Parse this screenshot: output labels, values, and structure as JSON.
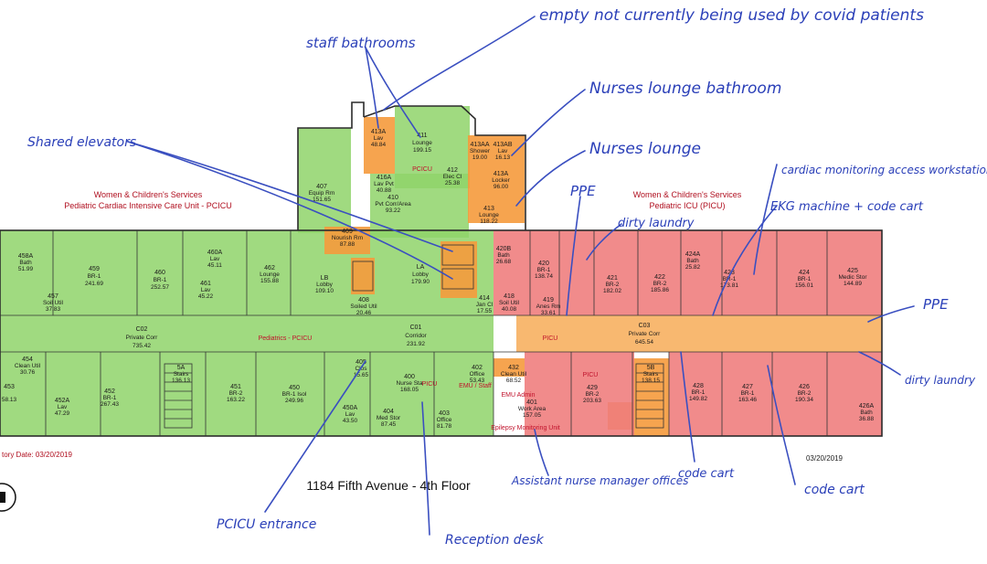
{
  "plan": {
    "title": "1184 Fifth Avenue - 4th Floor",
    "date_right": "03/20/2019",
    "date_left": "tory Date: 03/20/2019"
  },
  "units": {
    "left_title_1": "Women & Children's Services",
    "left_title_2": "Pediatric Cardiac Intensive Care Unit - PCICU",
    "right_title_1": "Women & Children's Services",
    "right_title_2": "Pediatric ICU  (PICU)"
  },
  "zones": {
    "pcicu_corridor": "Pediatrics - PCICU",
    "picu_corridor": "PICU",
    "pcicu_upper": "PCICU",
    "picu_lower": "PICU",
    "picu_lower_2": "PICU",
    "emu": "EMU / Staff",
    "epilepsy": "Epilepsy Monitoring Unit",
    "emu_admin": "EMU Admin"
  },
  "rooms": [
    {
      "num": "411",
      "name": "Lounge",
      "area": "199.15"
    },
    {
      "num": "413A",
      "name": "Lav",
      "area": "48.84"
    },
    {
      "num": "416A",
      "name": "Lav Pvt",
      "area": "40.88"
    },
    {
      "num": "412",
      "name": "Elec Cl",
      "area": "25.38"
    },
    {
      "num": "413AA",
      "name": "Shower",
      "area": "19.00"
    },
    {
      "num": "413AB",
      "name": "Lav",
      "area": "16.13"
    },
    {
      "num": "413A",
      "name": "Locker",
      "area": "96.00"
    },
    {
      "num": "413",
      "name": "Lounge",
      "area": "118.22"
    },
    {
      "num": "407",
      "name": "Equip Rm",
      "area": "151.65"
    },
    {
      "num": "410",
      "name": "Pvt Corr/Area",
      "area": "93.22"
    },
    {
      "num": "409",
      "name": "Nourish Rm",
      "area": "87.88"
    },
    {
      "num": "408",
      "name": "Soiled Util",
      "area": "20.46"
    },
    {
      "num": "LA",
      "name": "Lobby",
      "area": "179.90"
    },
    {
      "num": "LB",
      "name": "Lobby",
      "area": "109.10"
    },
    {
      "num": "458A",
      "name": "Bath",
      "area": "51.99"
    },
    {
      "num": "459",
      "name": "BR-1",
      "area": "241.69"
    },
    {
      "num": "460",
      "name": "BR-1",
      "area": "252.57"
    },
    {
      "num": "460A",
      "name": "Lav",
      "area": "45.11"
    },
    {
      "num": "461",
      "name": "Lav",
      "area": "45.22"
    },
    {
      "num": "462",
      "name": "Lounge",
      "area": "155.88"
    },
    {
      "num": "457",
      "name": "Soil Util",
      "area": "37.83"
    },
    {
      "num": "C02",
      "name": "Private Corr",
      "area": "735.42"
    },
    {
      "num": "C01",
      "name": "Corridor",
      "area": "231.92"
    },
    {
      "num": "C03",
      "name": "Private Corr",
      "area": "645.54"
    },
    {
      "num": "454",
      "name": "Clean Util",
      "area": "30.76"
    },
    {
      "num": "453",
      "name": "",
      "area": "58.13"
    },
    {
      "num": "452",
      "name": "BR-1",
      "area": "267.43"
    },
    {
      "num": "452A",
      "name": "Lav",
      "area": "47.29"
    },
    {
      "num": "5A",
      "name": "Stairs",
      "area": "136.13"
    },
    {
      "num": "451",
      "name": "BR-2",
      "area": "163.22"
    },
    {
      "num": "450",
      "name": "BR-1 Isol",
      "area": "249.96"
    },
    {
      "num": "405",
      "name": "Clos",
      "area": "15.65"
    },
    {
      "num": "450A",
      "name": "Lav",
      "area": "43.50"
    },
    {
      "num": "404",
      "name": "Med Stor",
      "area": "87.45"
    },
    {
      "num": "400",
      "name": "Nurse Sta",
      "area": "168.05"
    },
    {
      "num": "402",
      "name": "Office",
      "area": "53.43"
    },
    {
      "num": "403",
      "name": "Office",
      "area": "81.78"
    },
    {
      "num": "432",
      "name": "Clean Util",
      "area": "68.52"
    },
    {
      "num": "401",
      "name": "Work Area",
      "area": "157.05"
    },
    {
      "num": "420B",
      "name": "Bath",
      "area": "26.68"
    },
    {
      "num": "420",
      "name": "BR-1",
      "area": "138.74"
    },
    {
      "num": "421",
      "name": "BR-2",
      "area": "182.02"
    },
    {
      "num": "422",
      "name": "BR-2",
      "area": "185.86"
    },
    {
      "num": "423",
      "name": "BR-1",
      "area": "173.81"
    },
    {
      "num": "424",
      "name": "BR-1",
      "area": "156.01"
    },
    {
      "num": "425",
      "name": "Medic Stor",
      "area": "144.89"
    },
    {
      "num": "424A",
      "name": "Bath",
      "area": "25.82"
    },
    {
      "num": "418",
      "name": "Soil Util",
      "area": "40.08"
    },
    {
      "num": "419",
      "name": "Anes Rm",
      "area": "33.61"
    },
    {
      "num": "429",
      "name": "BR-2",
      "area": "203.63"
    },
    {
      "num": "5B",
      "name": "Stairs",
      "area": "138.15"
    },
    {
      "num": "428",
      "name": "BR-1",
      "area": "149.82"
    },
    {
      "num": "427",
      "name": "BR-1",
      "area": "163.46"
    },
    {
      "num": "426",
      "name": "BR-2",
      "area": "190.34"
    },
    {
      "num": "426A",
      "name": "Bath",
      "area": "36.88"
    },
    {
      "num": "414",
      "name": "Jan Cl",
      "area": "17.55"
    }
  ],
  "notes": {
    "empty": "empty not currently being used by covid patients",
    "staff_bathrooms": "staff bathrooms",
    "nurses_lounge_bathroom": "Nurses lounge bathroom",
    "nurses_lounge": "Nurses lounge",
    "shared_elevators": "Shared elevators",
    "ppe_top": "PPE",
    "dirty_laundry_top": "dirty laundry",
    "cardiac": "cardiac monitoring access workstation",
    "ekg": "EKG machine + code cart",
    "ppe_right": "PPE",
    "dirty_laundry_right": "dirty laundry",
    "code_cart_1": "code cart",
    "code_cart_2": "code cart",
    "assistant": "Assistant nurse manager offices",
    "pcicu_entrance": "PCICU entrance",
    "reception": "Reception desk"
  }
}
